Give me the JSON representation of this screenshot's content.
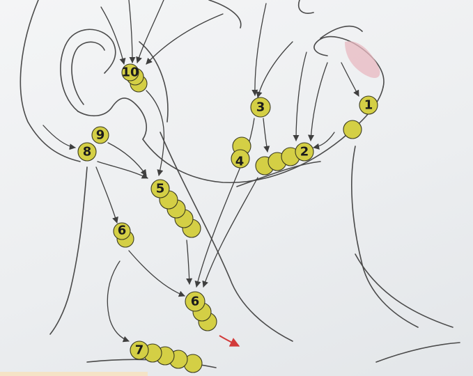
{
  "node_labels": {
    "n1": "1",
    "n2": "2",
    "n3": "3",
    "n4": "4",
    "n5": "5",
    "n6a": "6",
    "n6b": "6",
    "n7": "7",
    "n8": "8",
    "n9": "9",
    "n10": "10"
  },
  "colors": {
    "node_fill": "#d4cf45",
    "line": "#3f3f3f",
    "outflow_arrow": "#d23a3a",
    "lip_tint": "#e8b8c0"
  }
}
